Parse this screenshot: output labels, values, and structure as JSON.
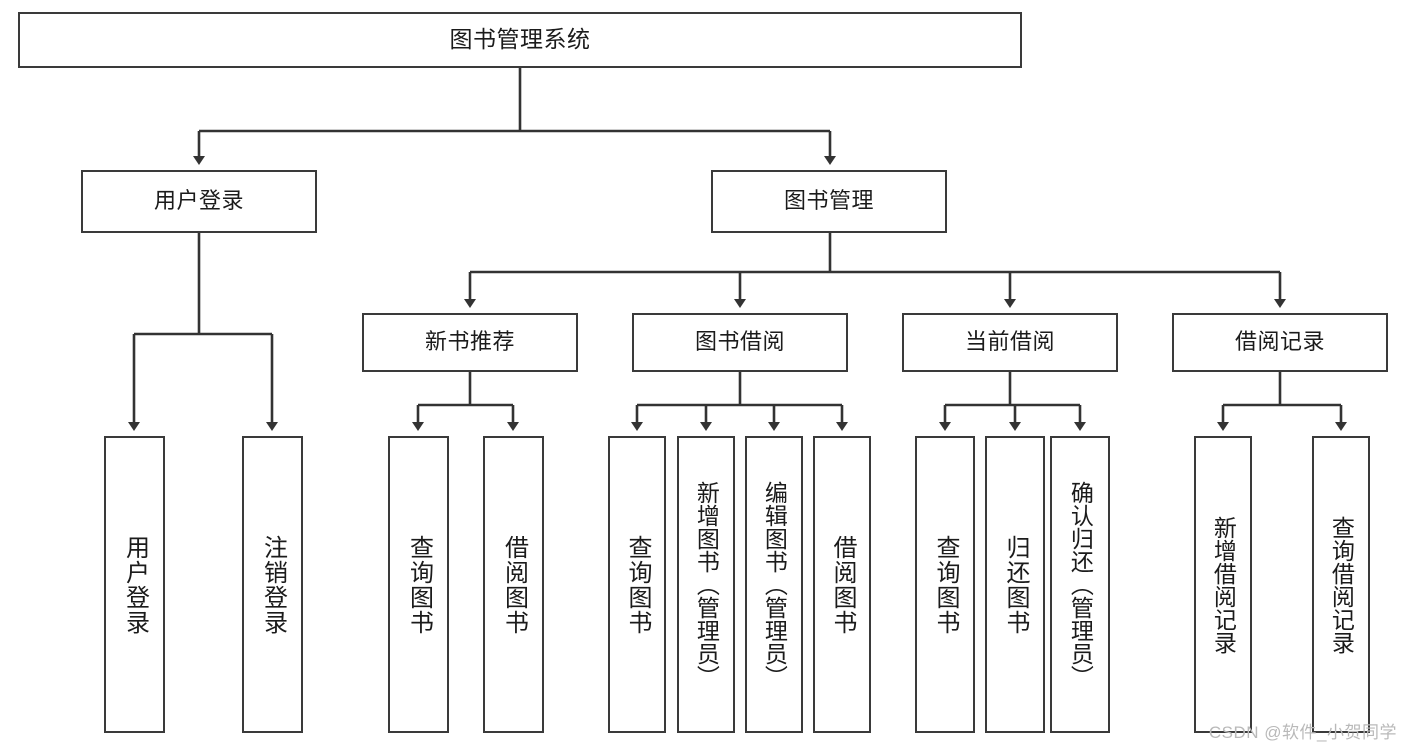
{
  "diagram": {
    "title": "图书管理系统",
    "type": "hierarchy-tree",
    "watermark": "CSDN @软件_小贺同学",
    "colors": {
      "box_border": "#3a3a3a",
      "box_fill": "#ffffff",
      "edge": "#333333",
      "text": "#1b1b1b",
      "watermark": "#b9b9b9"
    },
    "nodes": {
      "root": {
        "label": "图书管理系统"
      },
      "level2": [
        {
          "id": "user-login",
          "label": "用户登录"
        },
        {
          "id": "book-manage",
          "label": "图书管理"
        }
      ],
      "level3": [
        {
          "id": "new-book-recommend",
          "label": "新书推荐"
        },
        {
          "id": "book-borrow",
          "label": "图书借阅"
        },
        {
          "id": "current-borrow",
          "label": "当前借阅"
        },
        {
          "id": "borrow-record",
          "label": "借阅记录"
        }
      ],
      "leaves": {
        "user-login": [
          {
            "id": "leaf-user-login",
            "label": "用户登录"
          },
          {
            "id": "leaf-logout",
            "label": "注销登录"
          }
        ],
        "new-book-recommend": [
          {
            "id": "leaf-query-book-1",
            "label": "查询图书"
          },
          {
            "id": "leaf-borrow-book-1",
            "label": "借阅图书"
          }
        ],
        "book-borrow": [
          {
            "id": "leaf-query-book-2",
            "label": "查询图书"
          },
          {
            "id": "leaf-add-book",
            "label": "新增图书（管理员）"
          },
          {
            "id": "leaf-edit-book",
            "label": "编辑图书（管理员）"
          },
          {
            "id": "leaf-borrow-book-2",
            "label": "借阅图书"
          }
        ],
        "current-borrow": [
          {
            "id": "leaf-query-book-3",
            "label": "查询图书"
          },
          {
            "id": "leaf-return-book",
            "label": "归还图书"
          },
          {
            "id": "leaf-confirm-return",
            "label": "确认归还（管理员）"
          }
        ],
        "borrow-record": [
          {
            "id": "leaf-add-record",
            "label": "新增借阅记录"
          },
          {
            "id": "leaf-query-record",
            "label": "查询借阅记录"
          }
        ]
      }
    }
  }
}
